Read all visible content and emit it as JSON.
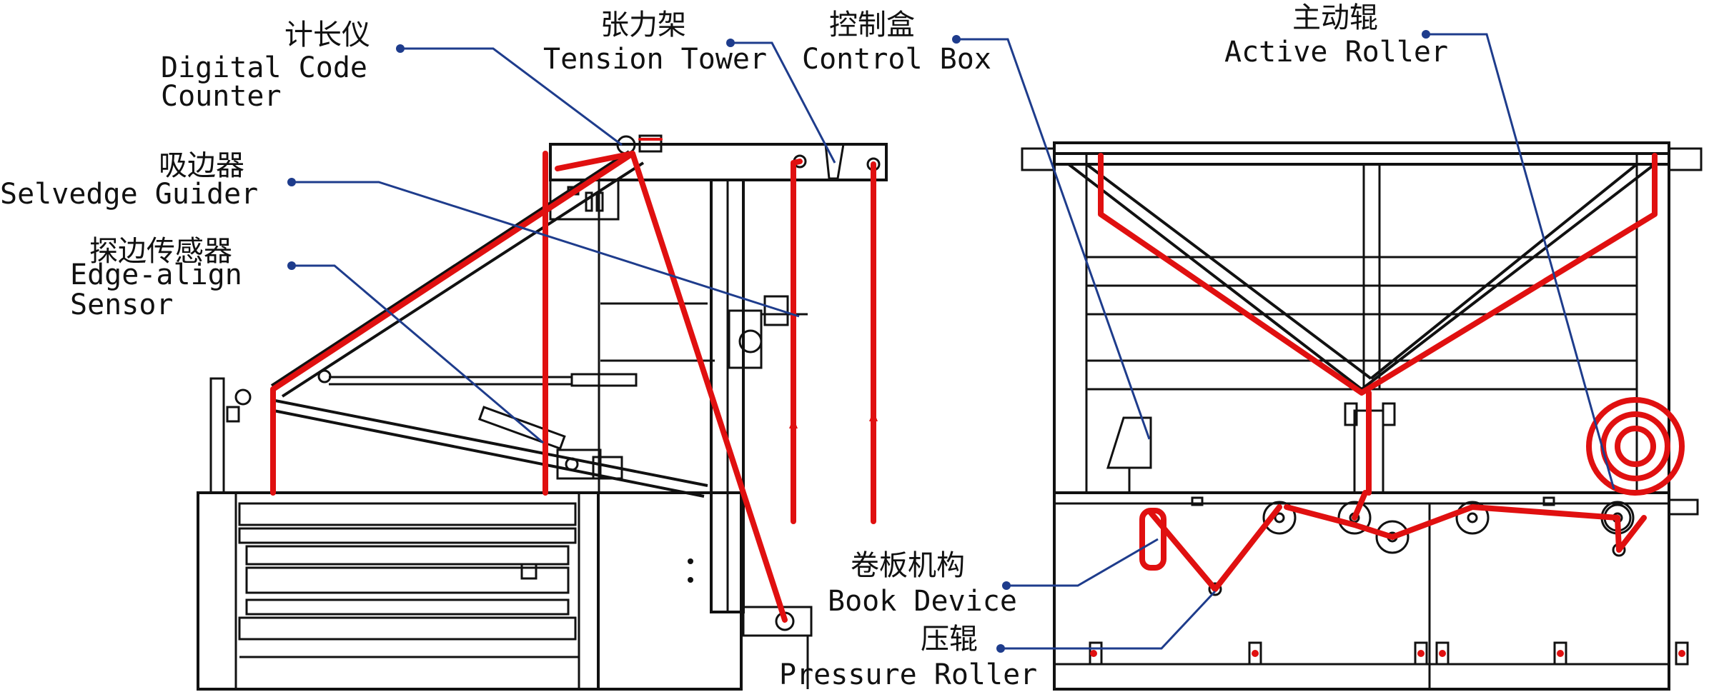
{
  "labels": {
    "counter_zh": "计长仪",
    "counter_en_1": "Digital Code",
    "counter_en_2": "Counter",
    "tension_zh": "张力架",
    "tension_en": "Tension Tower",
    "control_zh": "控制盒",
    "control_en": "Control Box",
    "active_zh": "主动辊",
    "active_en": "Active Roller",
    "selvedge_zh": "吸边器",
    "selvedge_en": "Selvedge Guider",
    "edge_zh": "探边传感器",
    "edge_en_1": "Edge-align",
    "edge_en_2": "Sensor",
    "book_zh": "卷板机构",
    "book_en": "Book Device",
    "pressure_zh": "压辊",
    "pressure_en": "Pressure Roller"
  },
  "colors": {
    "fabric_path": "#e01010",
    "leader_line": "#1e3c8c",
    "frame": "#111111"
  }
}
